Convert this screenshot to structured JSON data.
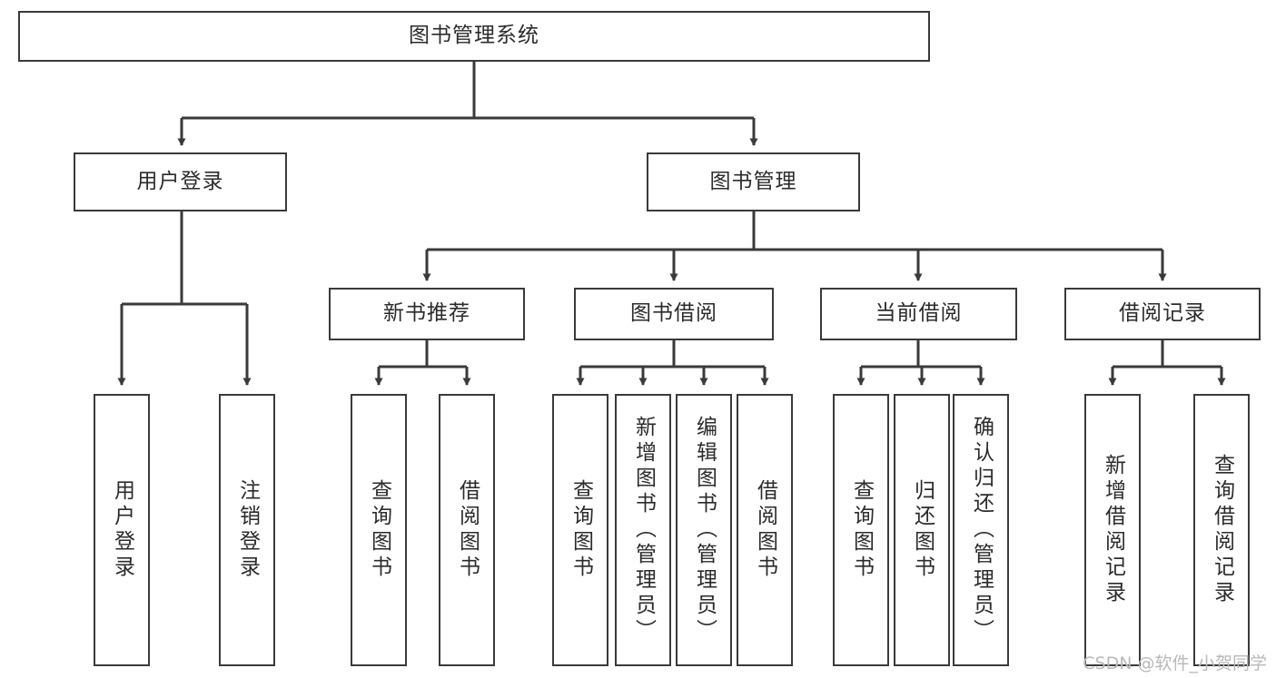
{
  "diagram": {
    "type": "tree-hierarchy",
    "title": "图书管理系统",
    "watermark": "CSDN @软件_小贺同学",
    "colors": {
      "stroke": "#3a3a3a",
      "text": "#2b2b2b",
      "background": "#ffffff",
      "watermark": "#b9b9b9"
    },
    "nodes": {
      "root": {
        "label": "图书管理系统"
      },
      "level2": [
        {
          "label": "用户登录"
        },
        {
          "label": "图书管理"
        }
      ],
      "level3": [
        {
          "label": "新书推荐"
        },
        {
          "label": "图书借阅"
        },
        {
          "label": "当前借阅"
        },
        {
          "label": "借阅记录"
        }
      ],
      "leaves_user_login": [
        {
          "label": "用户登录"
        },
        {
          "label": "注销登录"
        }
      ],
      "leaves_new_book": [
        {
          "label": "查询图书"
        },
        {
          "label": "借阅图书"
        }
      ],
      "leaves_borrow": [
        {
          "label": "查询图书"
        },
        {
          "label": "新增图书（管理员）"
        },
        {
          "label": "编辑图书（管理员）"
        },
        {
          "label": "借阅图书"
        }
      ],
      "leaves_current": [
        {
          "label": "查询图书"
        },
        {
          "label": "归还图书"
        },
        {
          "label": "确认归还（管理员）"
        }
      ],
      "leaves_records": [
        {
          "label": "新增借阅记录"
        },
        {
          "label": "查询借阅记录"
        }
      ]
    }
  }
}
